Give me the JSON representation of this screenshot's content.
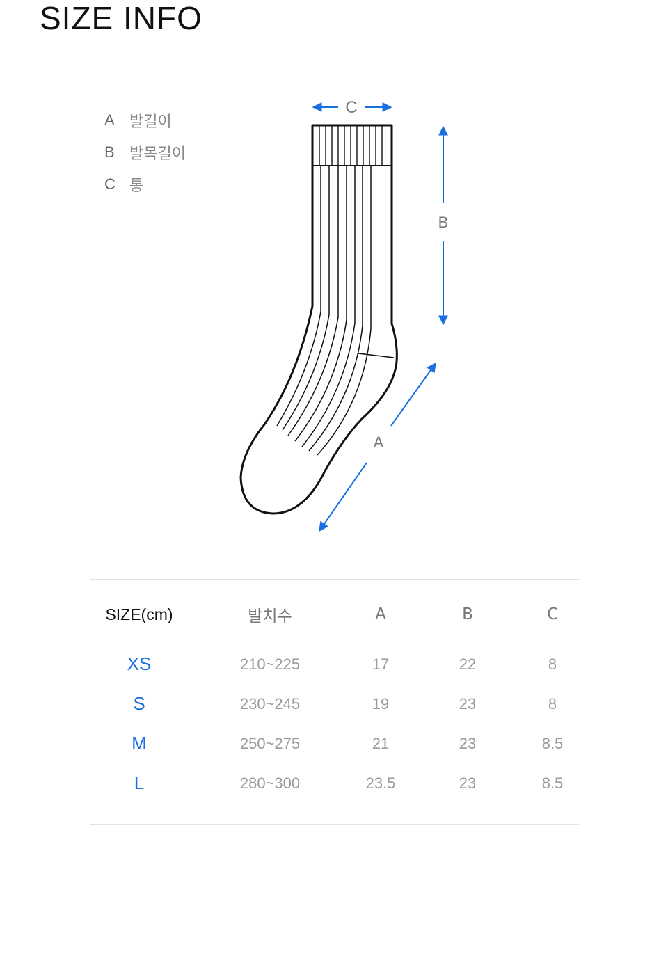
{
  "title": "SIZE INFO",
  "legend": [
    {
      "letter": "A",
      "text": "발길이"
    },
    {
      "letter": "B",
      "text": "발목길이"
    },
    {
      "letter": "C",
      "text": "통"
    }
  ],
  "diagram_labels": {
    "a": "A",
    "b": "B",
    "c": "C"
  },
  "colors": {
    "accent": "#1a6fe0",
    "outline": "#111111",
    "muted": "#9a9a9a"
  },
  "table": {
    "headers": [
      "SIZE(cm)",
      "발치수",
      "A",
      "B",
      "C"
    ],
    "rows": [
      {
        "size": "XS",
        "foot": "210~225",
        "a": "17",
        "b": "22",
        "c": "8"
      },
      {
        "size": "S",
        "foot": "230~245",
        "a": "19",
        "b": "23",
        "c": "8"
      },
      {
        "size": "M",
        "foot": "250~275",
        "a": "21",
        "b": "23",
        "c": "8.5"
      },
      {
        "size": "L",
        "foot": "280~300",
        "a": "23.5",
        "b": "23",
        "c": "8.5"
      }
    ]
  }
}
